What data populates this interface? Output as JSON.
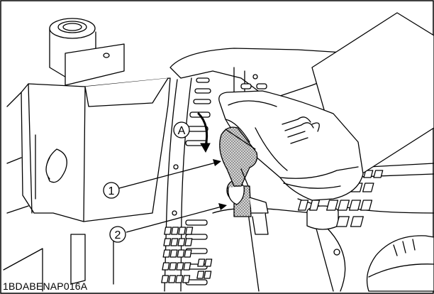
{
  "figure": {
    "code": "1BDABENAP016A",
    "line_color": "#000000",
    "background": "#ffffff",
    "callouts": [
      {
        "label": "1",
        "part": "pedal-pad"
      },
      {
        "label": "2",
        "part": "pedal-stem"
      }
    ],
    "motion_marker": {
      "label": "A",
      "icon": "curved-arrow-icon"
    }
  }
}
